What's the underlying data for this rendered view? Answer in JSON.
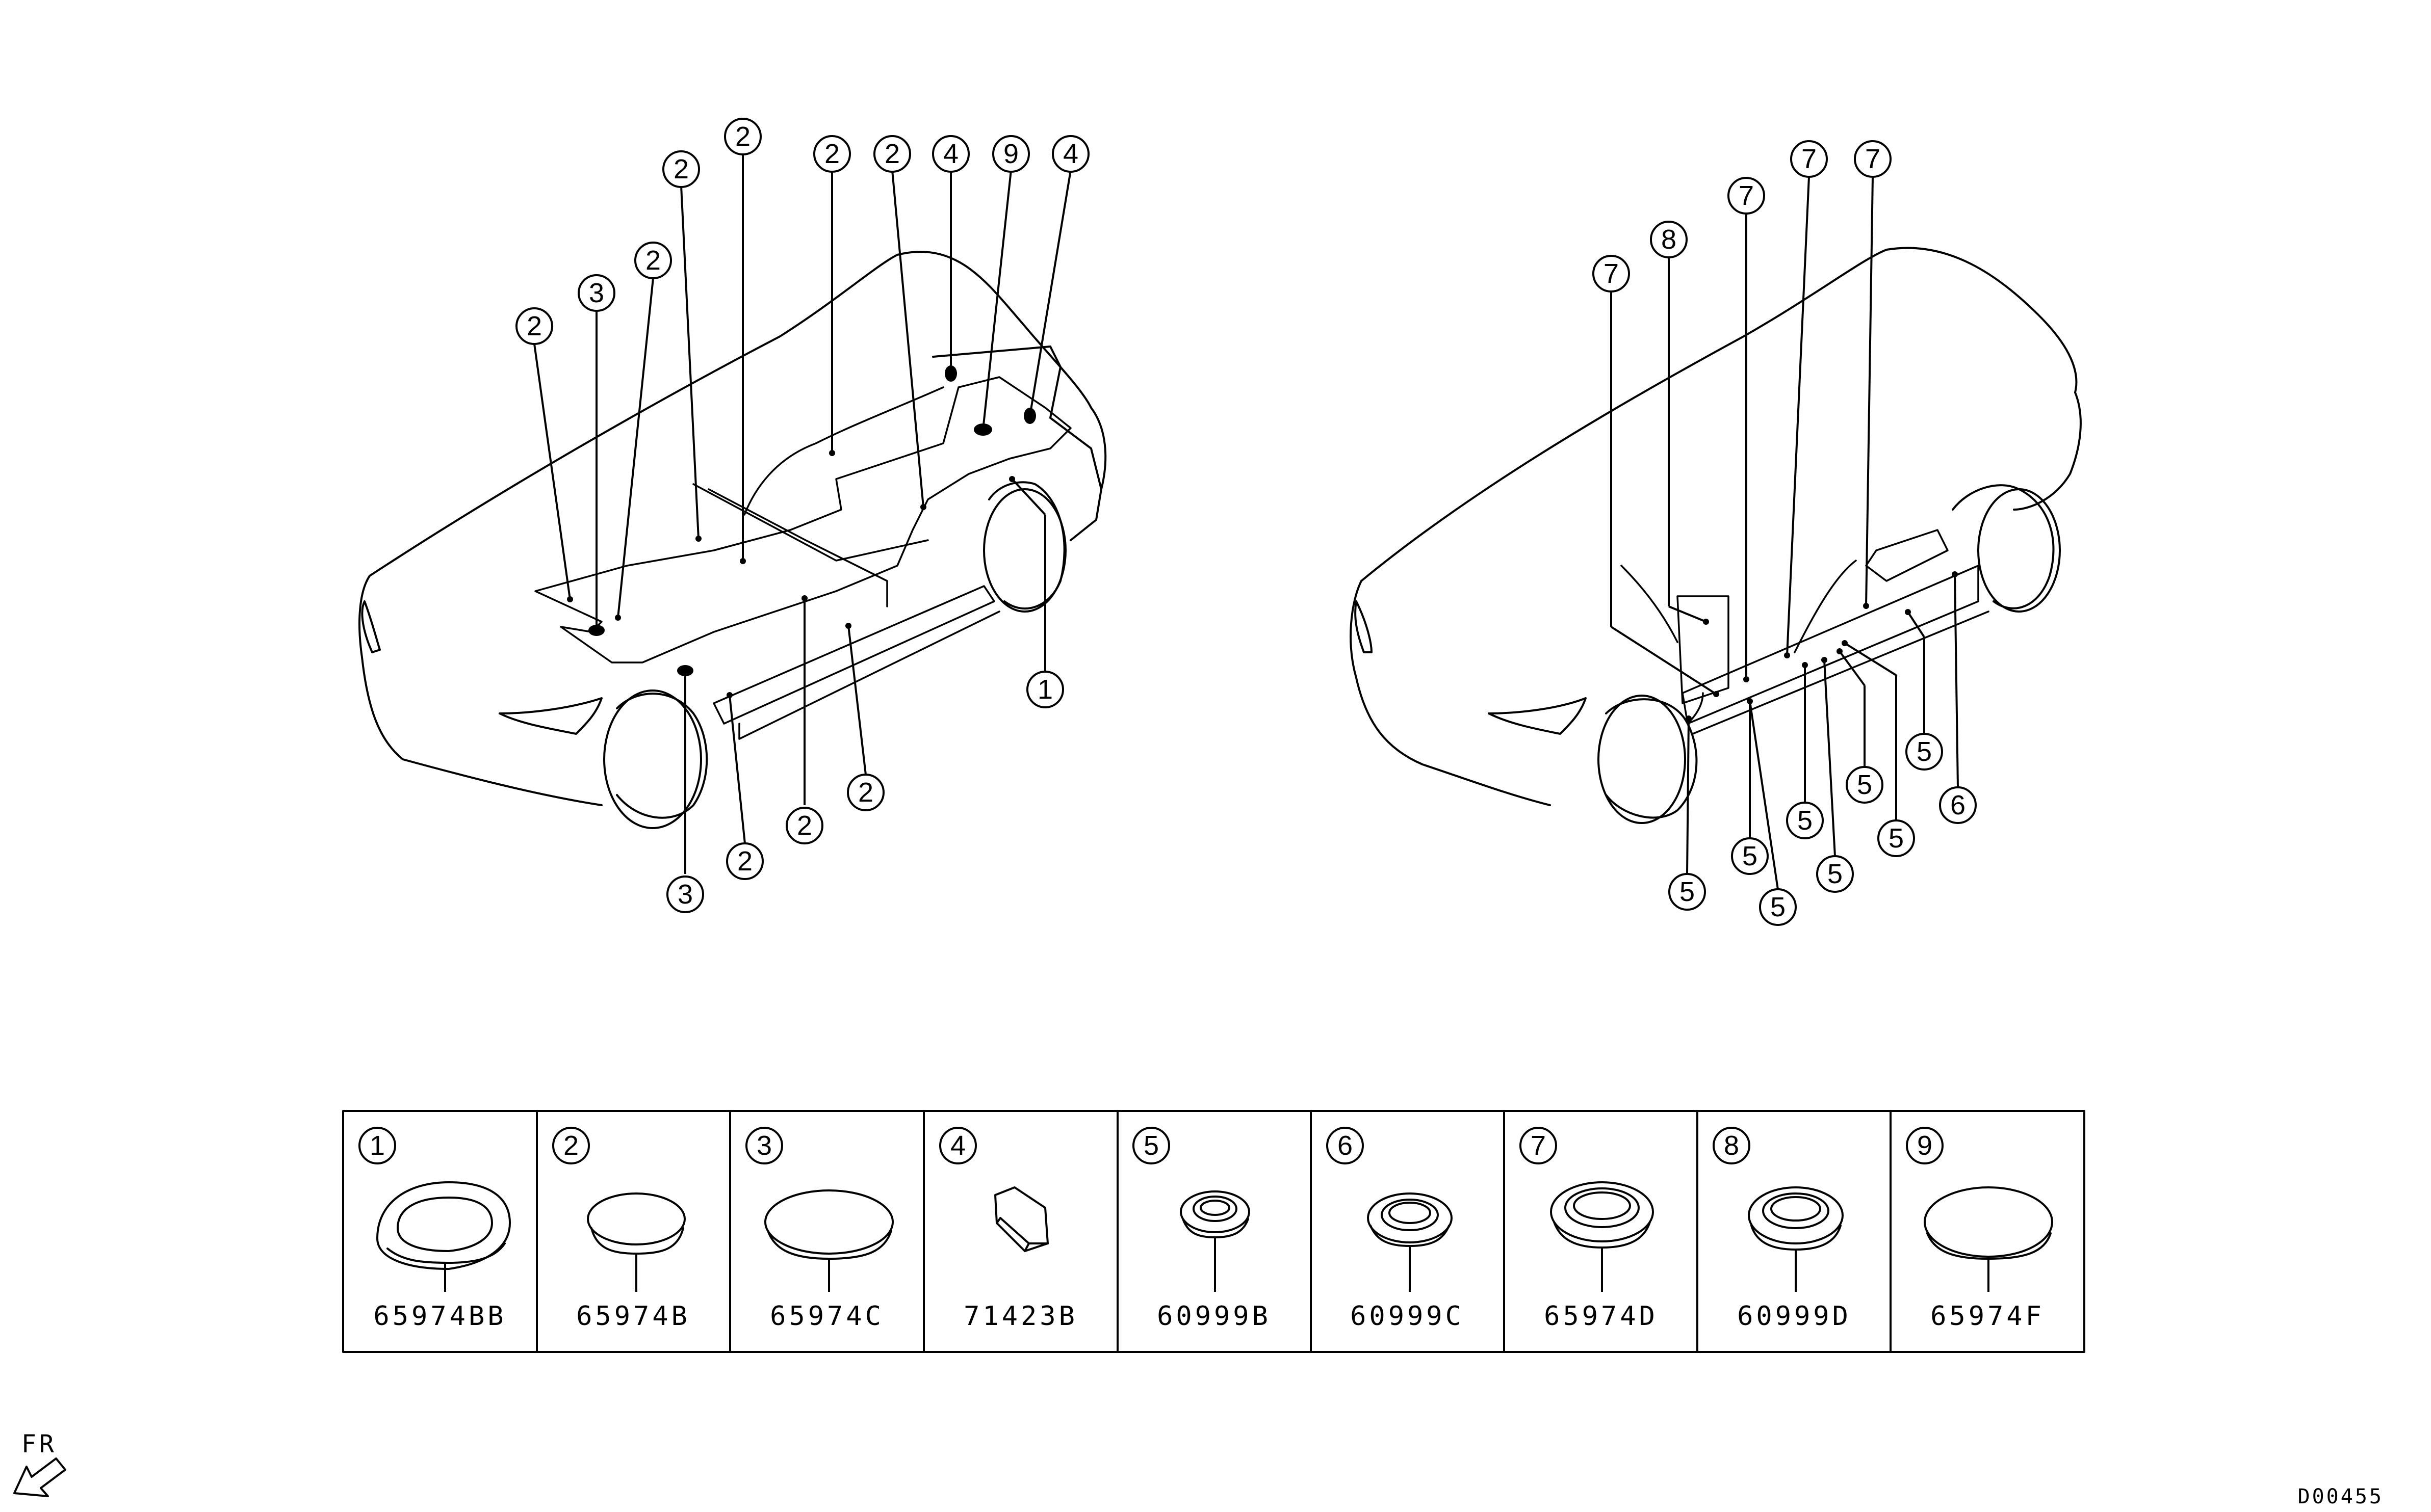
{
  "callouts": {
    "left": [
      "2",
      "3",
      "2",
      "2",
      "2",
      "2",
      "2",
      "4",
      "9",
      "4",
      "1",
      "2",
      "2",
      "2",
      "3"
    ],
    "right": [
      "7",
      "8",
      "7",
      "7",
      "7",
      "5",
      "5",
      "5",
      "5",
      "5",
      "5",
      "5",
      "5",
      "6"
    ]
  },
  "parts": [
    {
      "index": "1",
      "code": "65974BB"
    },
    {
      "index": "2",
      "code": "65974B"
    },
    {
      "index": "3",
      "code": "65974C"
    },
    {
      "index": "4",
      "code": "71423B"
    },
    {
      "index": "5",
      "code": "60999B"
    },
    {
      "index": "6",
      "code": "60999C"
    },
    {
      "index": "7",
      "code": "65974D"
    },
    {
      "index": "8",
      "code": "60999D"
    },
    {
      "index": "9",
      "code": "65974F"
    }
  ],
  "direction": {
    "label": "FR",
    "icon": "front-direction-arrow-icon"
  },
  "document_number": "D00455"
}
